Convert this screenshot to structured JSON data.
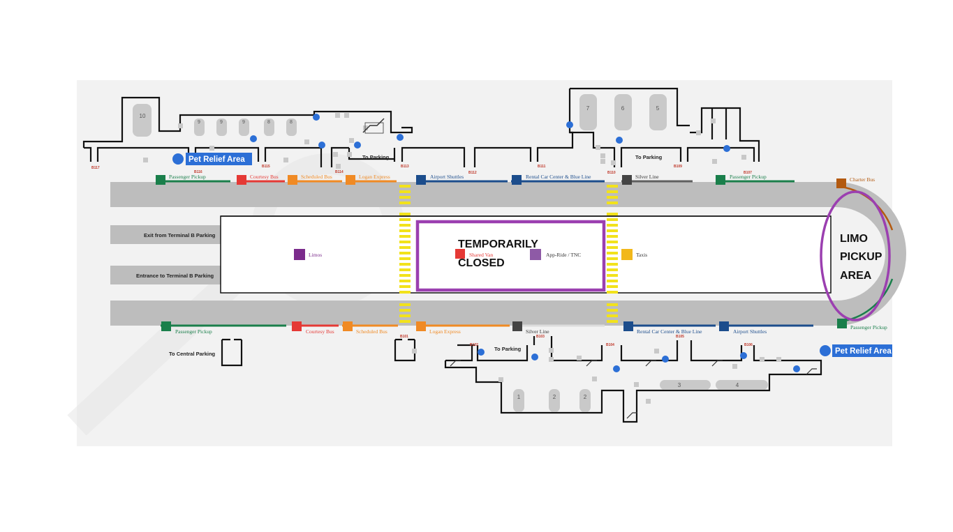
{
  "colors": {
    "road": "#bdbdbd",
    "map_bg": "#f2f2f2",
    "passenger_pickup": "#1a7f4b",
    "courtesy_bus": "#e53935",
    "scheduled_bus": "#f08a24",
    "logan_express": "#f08a24",
    "airport_shuttles": "#1c4d8c",
    "rental_car": "#1c4d8c",
    "silver_line": "#5f5f5f",
    "charter_bus": "#b35a10",
    "limos": "#7b2b8c",
    "taxis": "#f2b81b",
    "app_ride": "#8e5aa6",
    "crosswalk": "#f2e21b",
    "closed_box": "#9b3fb0",
    "pet_relief": "#2c6fd6",
    "limo_circle": "#9b3fb0"
  },
  "icons": [
    "bus-icon",
    "taxi-icon",
    "limo-icon",
    "pickup-icon",
    "escalator-icon",
    "bag-claim-icon",
    "info-dot-icon"
  ],
  "pet_relief": {
    "top": "Pet Relief Area",
    "bottom": "Pet Relief Area"
  },
  "overlays": {
    "closed": "TEMPORARILY\nCLOSED",
    "closed_line1": "TEMPORARILY",
    "closed_line2": "CLOSED",
    "limo_line1": "LIMO",
    "limo_line2": "PICKUP",
    "limo_line3": "AREA"
  },
  "top_services": {
    "passenger_pickup": "Passenger Pickup",
    "courtesy_bus": "Courtesy Bus",
    "scheduled_bus": "Scheduled Bus",
    "logan_express": "Logan Express",
    "airport_shuttles": "Airport Shuttles",
    "rental_car": "Rental Car Center & Blue Line",
    "silver_line": "Silver Line",
    "passenger_pickup_right": "Passenger Pickup",
    "charter_bus": "Charter Bus"
  },
  "middle_services": {
    "limos": "Limos",
    "shared_van": "Shared Van",
    "app_ride": "App-Ride / TNC",
    "taxis": "Taxis"
  },
  "bottom_services": {
    "passenger_pickup": "Passenger Pickup",
    "courtesy_bus": "Courtesy Bus",
    "scheduled_bus": "Scheduled Bus",
    "logan_express": "Logan Express",
    "silver_line": "Silver Line",
    "rental_car": "Rental Car Center & Blue Line",
    "airport_shuttles": "Airport Shuttles",
    "passenger_pickup_right": "Passenger Pickup"
  },
  "road_labels": {
    "exit": "Exit from Terminal B Parking",
    "entrance": "Entrance to Terminal B Parking",
    "central": "To Central Parking",
    "to_parking_1": "To Parking",
    "to_parking_2": "To Parking",
    "to_parking_3": "To Parking"
  },
  "doors_top": [
    "B117",
    "B116",
    "B115",
    "B114",
    "B113",
    "B112",
    "B111",
    "B110",
    "B109",
    "B107"
  ],
  "doors_bottom": [
    "B101",
    "B102",
    "B103",
    "B104",
    "B105",
    "B106"
  ],
  "baggage_top": [
    "10",
    "9",
    "9",
    "9",
    "8",
    "8",
    "7",
    "6",
    "5"
  ],
  "baggage_bottom": [
    "1",
    "2",
    "2",
    "3",
    "4"
  ]
}
